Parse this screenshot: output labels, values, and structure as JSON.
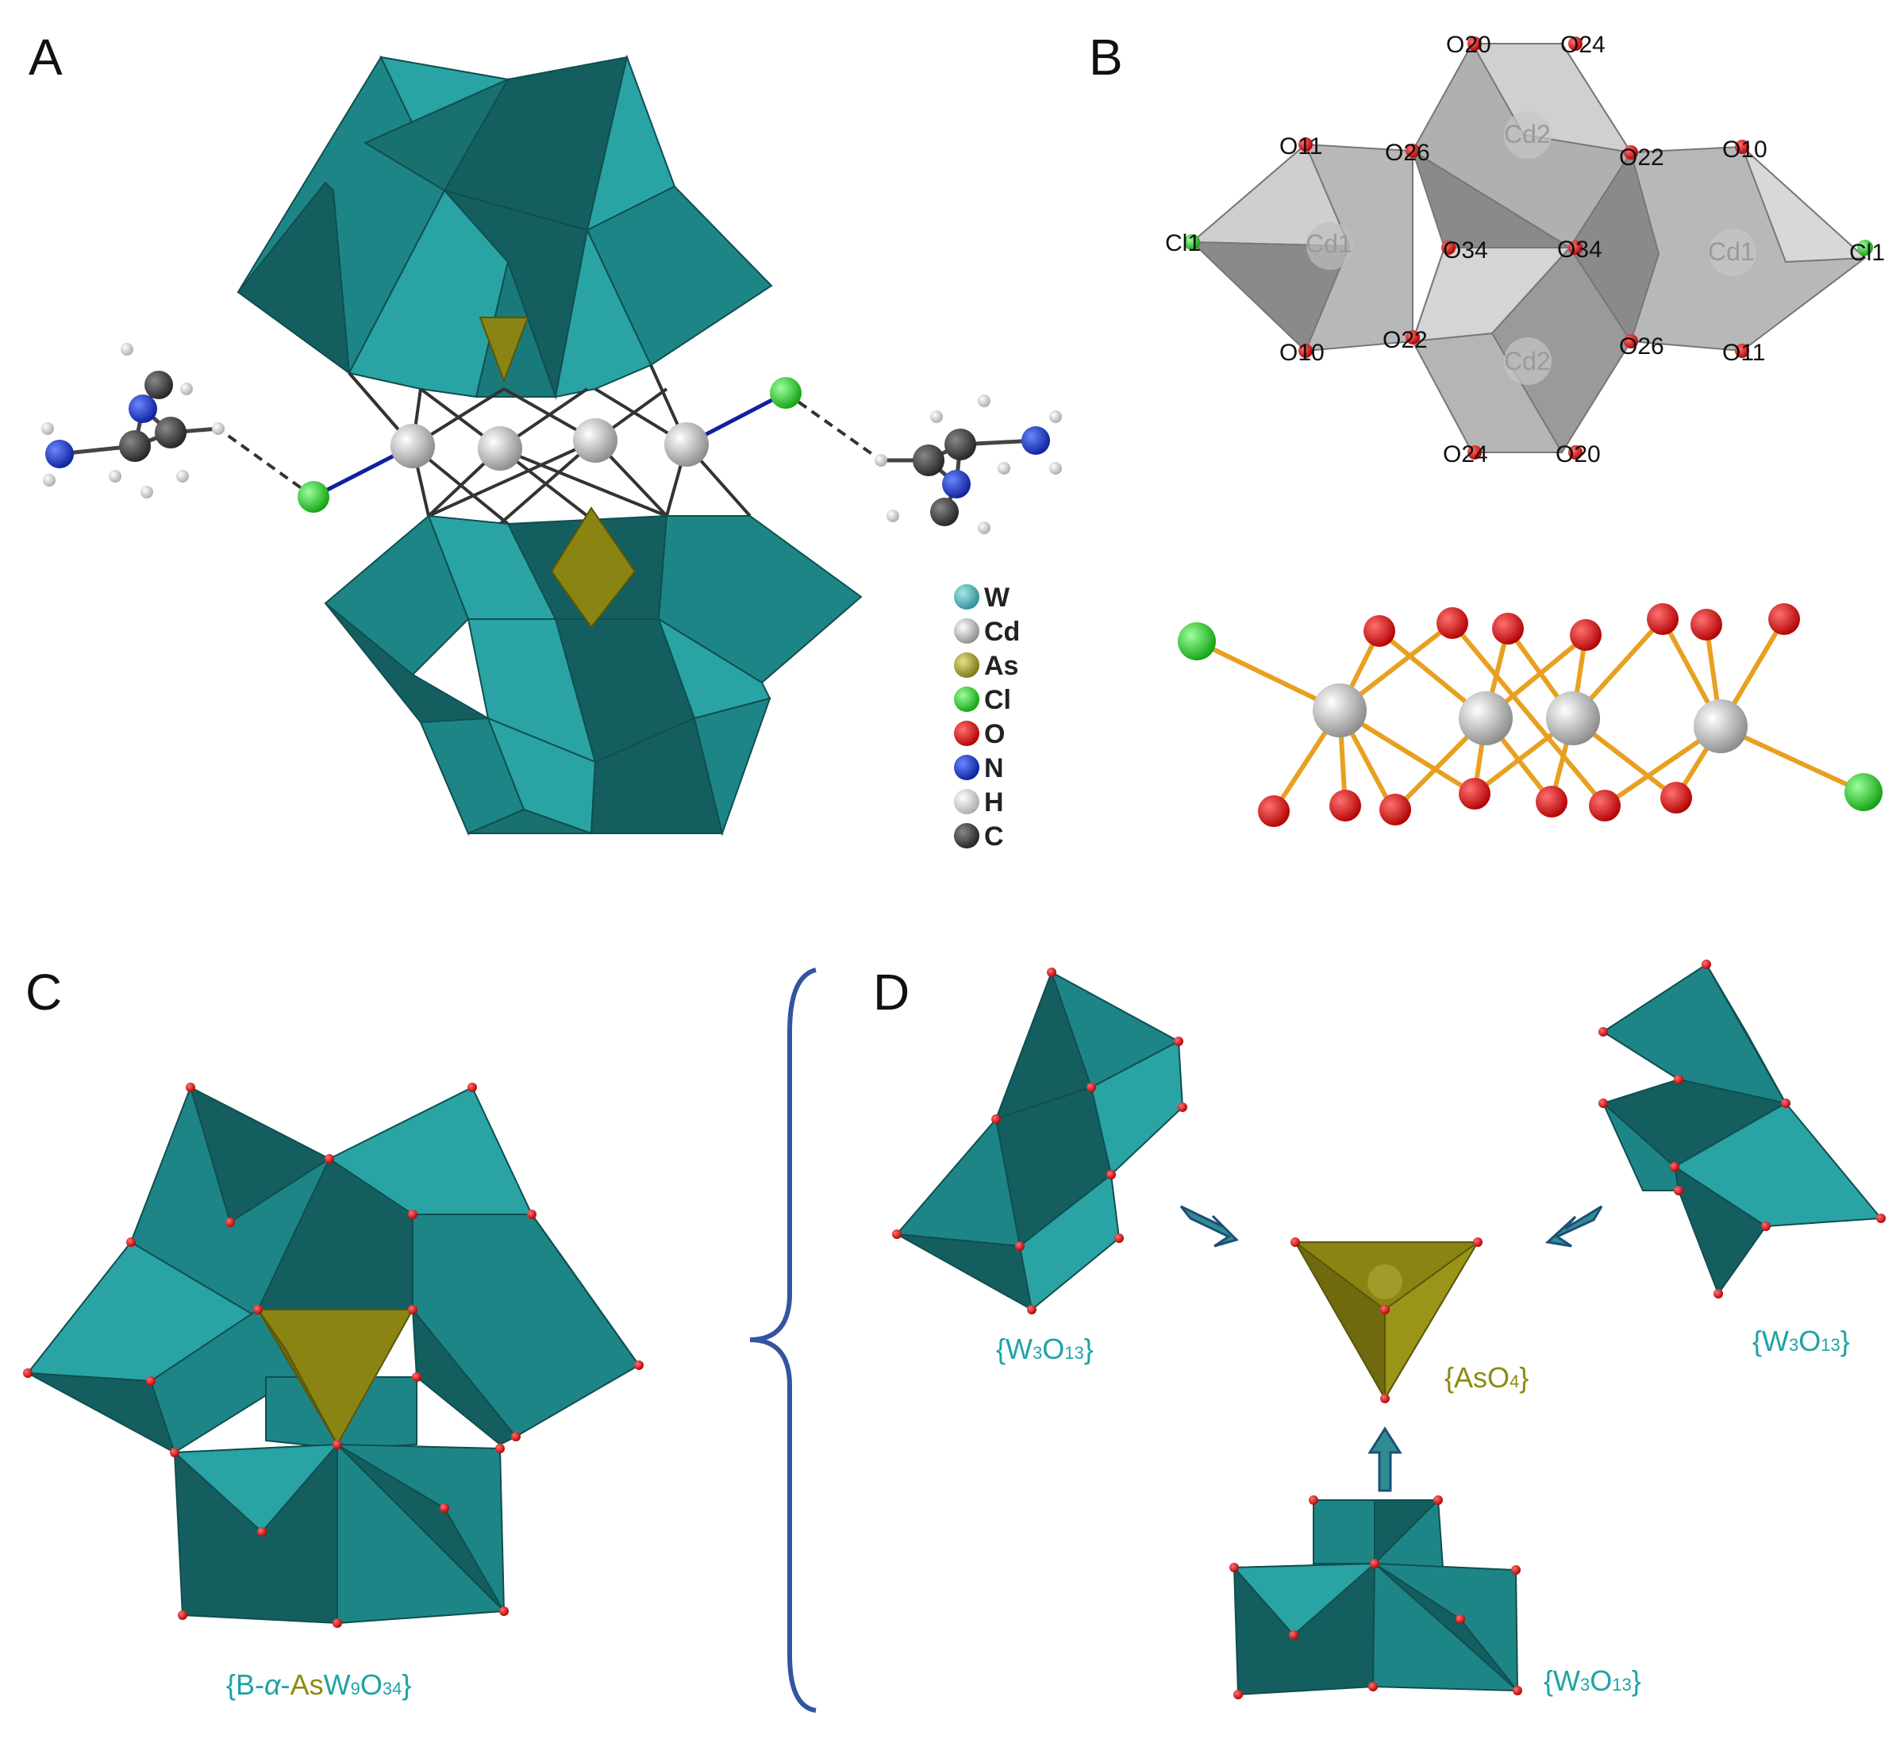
{
  "panels": {
    "a": "A",
    "b": "B",
    "c": "C",
    "d": "D"
  },
  "legend": [
    {
      "label": "W",
      "color": "#4fb3b8"
    },
    {
      "label": "Cd",
      "color": "#d9d9d9"
    },
    {
      "label": "As",
      "color": "#a8a23a"
    },
    {
      "label": "Cl",
      "color": "#22cc22"
    },
    {
      "label": "O",
      "color": "#e00000"
    },
    {
      "label": "N",
      "color": "#1030d0"
    },
    {
      "label": "H",
      "color": "#e6e6e6"
    },
    {
      "label": "C",
      "color": "#3a3a3a"
    }
  ],
  "panel_b": {
    "cd_labels": [
      "Cd1",
      "Cd2",
      "Cd2",
      "Cd1"
    ],
    "atom_labels": [
      "O20",
      "O24",
      "O11",
      "O26",
      "O22",
      "O10",
      "Cl1",
      "O34",
      "O34",
      "Cl1",
      "O10",
      "O22",
      "O26",
      "O11",
      "O24",
      "O20"
    ]
  },
  "captions": {
    "c_main": "{B-",
    "c_alpha": "α",
    "c_dash": "-",
    "c_as": "As",
    "c_w": "W",
    "c_w_sub": "9",
    "c_o": "O",
    "c_o_sub": "34",
    "c_close": "}",
    "w3o13_open": "{W",
    "w3o13_sub1": "3",
    "w3o13_o": "O",
    "w3o13_sub2": "13",
    "w3o13_close": "}",
    "aso4_open": "{AsO",
    "aso4_sub": "4",
    "aso4_close": "}"
  },
  "colors": {
    "teal_dark": "#145e5f",
    "teal": "#1e8587",
    "teal_light": "#2aa3a5",
    "olive": "#8a8412",
    "grey": "#a8a8a8",
    "caption_teal": "#1fa3a5",
    "caption_olive": "#8d8a10",
    "brace": "#3355a0"
  }
}
